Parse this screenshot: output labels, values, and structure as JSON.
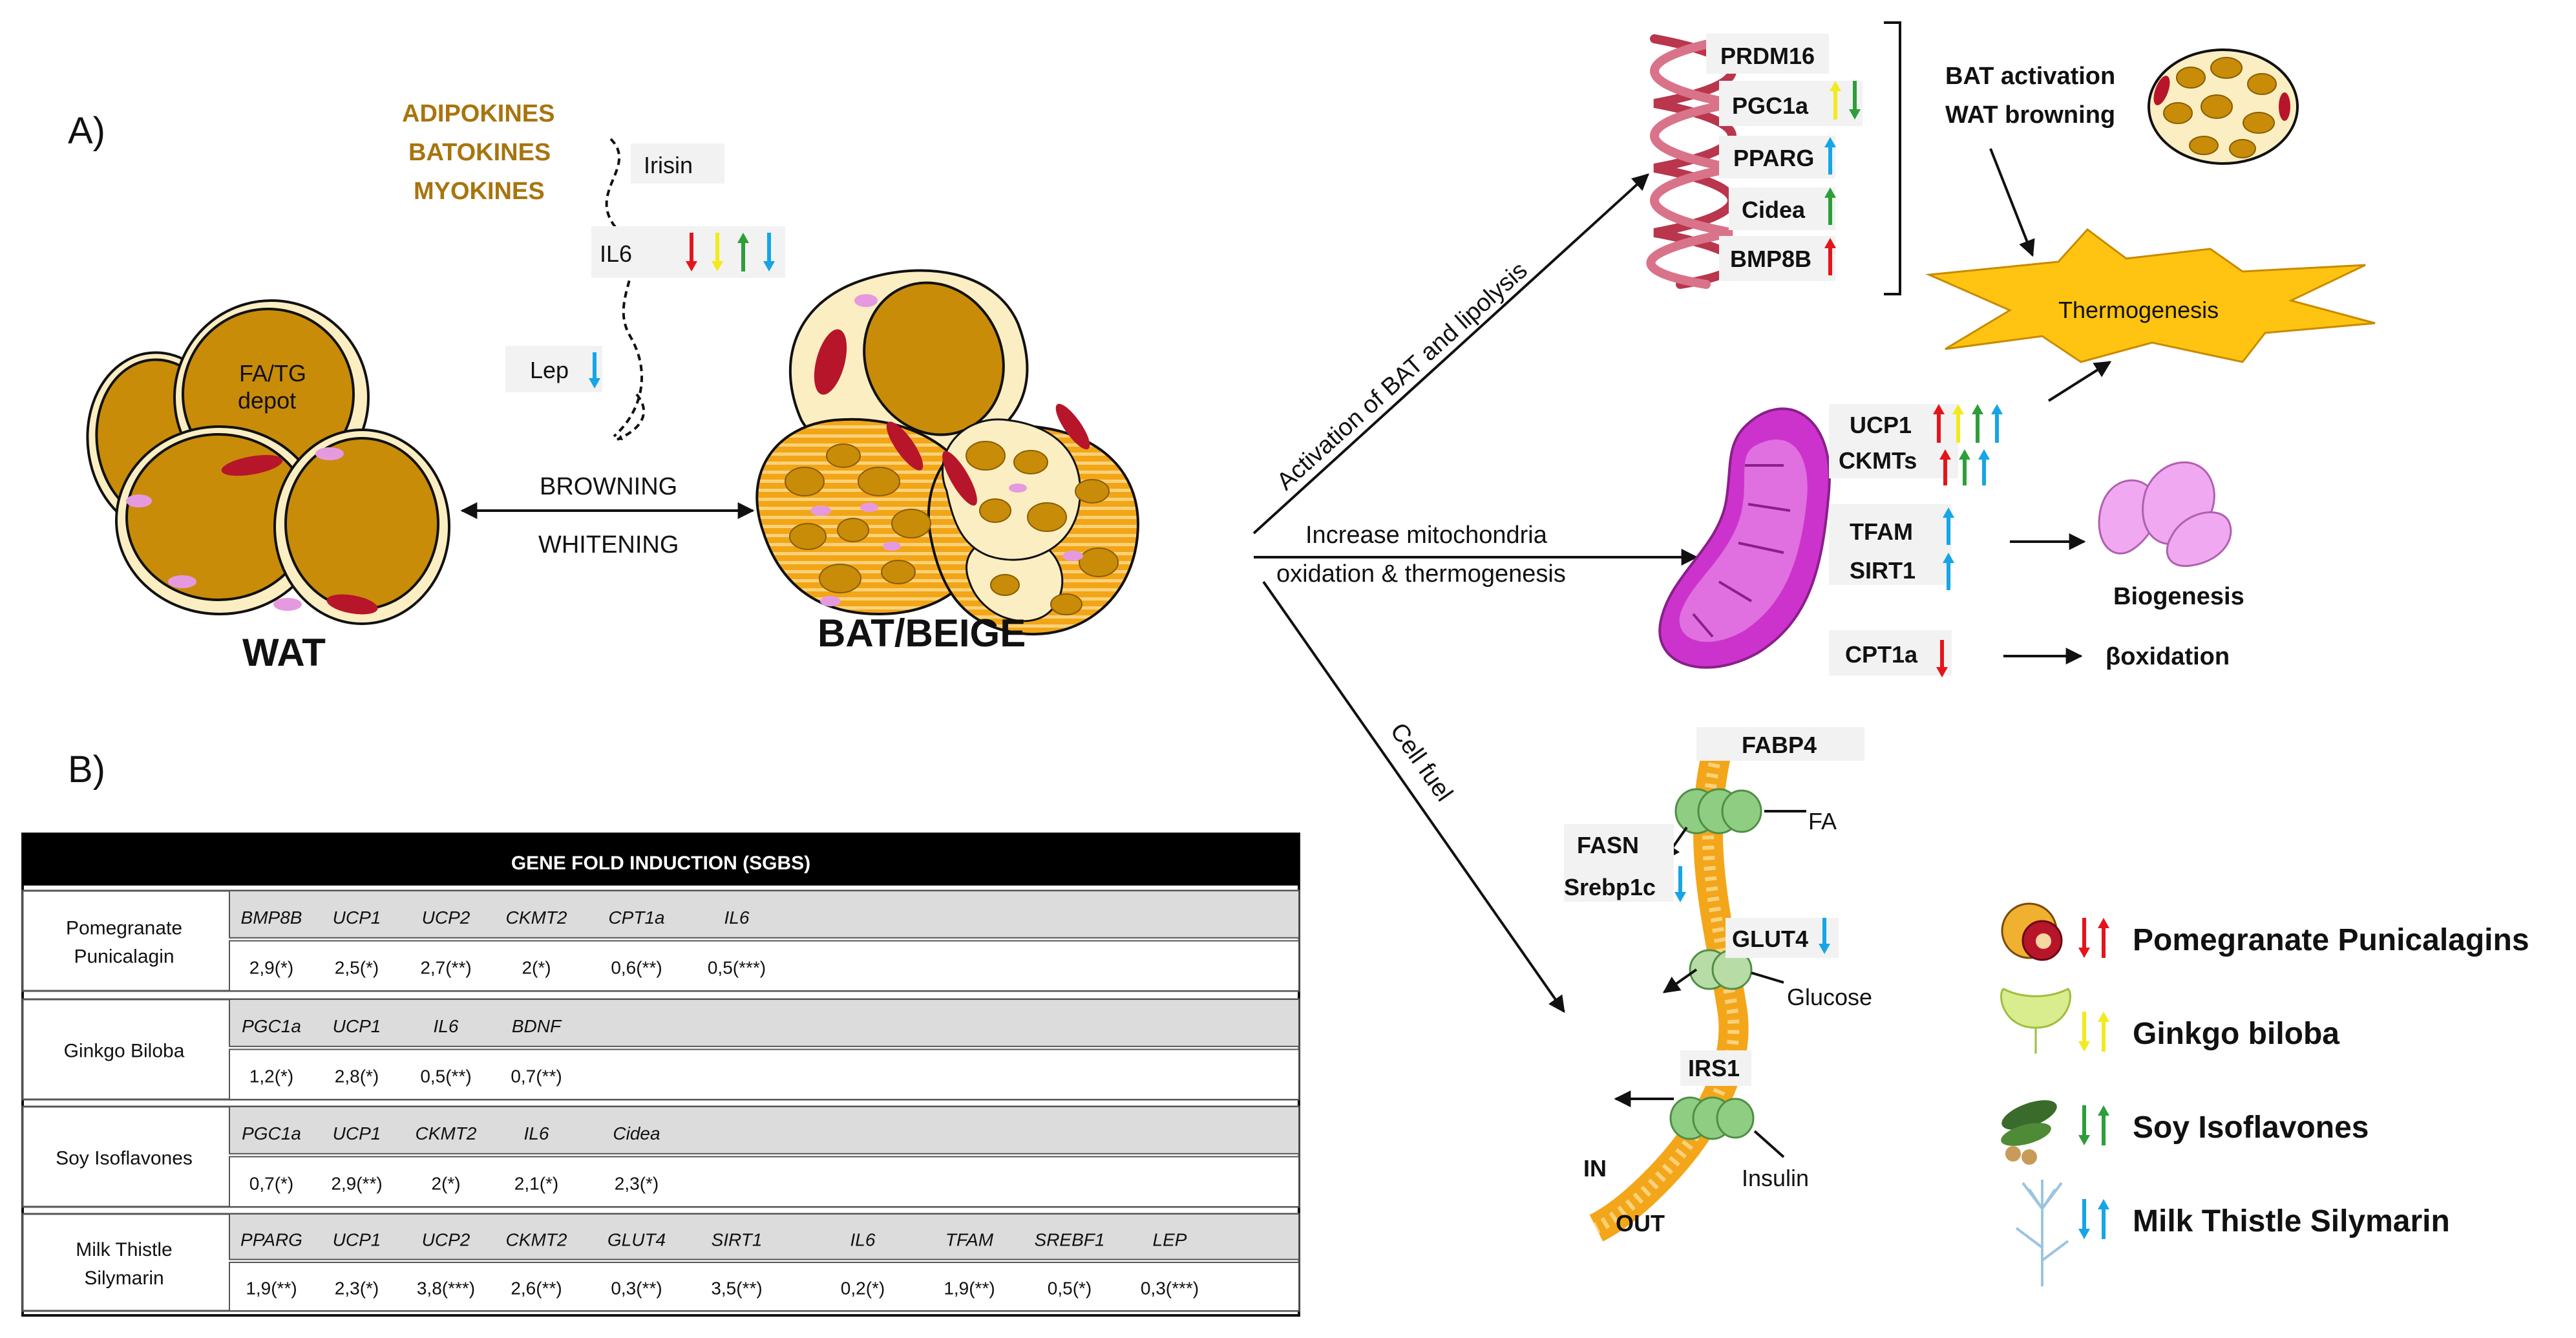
{
  "panel_a": {
    "label": "A)",
    "kines": [
      "ADIPOKINES",
      "BATOKINES",
      "MYOKINES"
    ],
    "signals": {
      "irisin": "Irisin",
      "il6": "IL6",
      "lep": "Lep"
    },
    "wat_depot": [
      "FA/TG",
      "depot"
    ],
    "browning": "BROWNING",
    "whitening": "WHITENING",
    "wat": "WAT",
    "bat": "BAT/BEIGE"
  },
  "pathways": {
    "activation": "Activation of BAT and lipolysis",
    "mito_line1": "Increase mitochondria",
    "mito_line2": "oxidation & thermogenesis",
    "cell_fuel": "Cell fuel"
  },
  "genes": {
    "prdm16": "PRDM16",
    "pgc1a": "PGC1a",
    "pparg": "PPARG",
    "cidea": "Cidea",
    "bmp8b": "BMP8B",
    "ucp1": "UCP1",
    "ckmts": "CKMTs",
    "tfam": "TFAM",
    "sirt1": "SIRT1",
    "cpt1a": "CPT1a",
    "fabp4": "FABP4",
    "fasn": "FASN",
    "srebp1c": "Srebp1c",
    "glut4": "GLUT4",
    "irs1": "IRS1"
  },
  "outcomes": {
    "bat_activation": "BAT activation",
    "wat_browning": "WAT browning",
    "thermogenesis": "Thermogenesis",
    "biogenesis": "Biogenesis",
    "boxidation": "βoxidation"
  },
  "membrane": {
    "fa": "FA",
    "glucose": "Glucose",
    "insulin": "Insulin",
    "in": "IN",
    "out": "OUT"
  },
  "legend": [
    {
      "name": "Pomegranate Punicalagins",
      "color": "#e3151b"
    },
    {
      "name": "Ginkgo biloba",
      "color": "#f2ea1e"
    },
    {
      "name": "Soy Isoflavones",
      "color": "#2e9e3a"
    },
    {
      "name": "Milk Thistle Silymarin",
      "color": "#16a5e6"
    }
  ],
  "colors": {
    "red": "#e3151b",
    "yellow": "#f2ea1e",
    "green": "#2e9e3a",
    "blue": "#16a5e6",
    "kines": "#a8740e",
    "fat": "#c88c09",
    "cell": "#fbeec2",
    "mito": "#cc33cc",
    "thermo": "#ffc412",
    "dna": "#b9364c"
  },
  "panel_b": {
    "label": "B)",
    "header": "GENE FOLD INDUCTION (SGBS)",
    "rows": [
      {
        "name": [
          "Pomegranate",
          "Punicalagin"
        ],
        "genes": [
          "BMP8B",
          "UCP1",
          "UCP2",
          "CKMT2",
          "CPT1a",
          "IL6"
        ],
        "values": [
          "2,9(*)",
          "2,5(*)",
          "2,7(**)",
          "2(*)",
          "0,6(**)",
          "0,5(***)"
        ]
      },
      {
        "name": [
          "Ginkgo Biloba"
        ],
        "genes": [
          "PGC1a",
          "UCP1",
          "IL6",
          "BDNF"
        ],
        "values": [
          "1,2(*)",
          "2,8(*)",
          "0,5(**)",
          "0,7(**)"
        ]
      },
      {
        "name": [
          "Soy Isoflavones"
        ],
        "genes": [
          "PGC1a",
          "UCP1",
          "CKMT2",
          "IL6",
          "Cidea"
        ],
        "values": [
          "0,7(*)",
          "2,9(**)",
          "2(*)",
          "2,1(*)",
          "2,3(*)"
        ]
      },
      {
        "name": [
          "Milk Thistle",
          "Silymarin"
        ],
        "genes": [
          "PPARG",
          "UCP1",
          "UCP2",
          "CKMT2",
          "GLUT4",
          "SIRT1",
          "IL6",
          "TFAM",
          "SREBF1",
          "LEP"
        ],
        "values": [
          "1,9(**)",
          "2,3(*)",
          "3,8(***)",
          "2,6(**)",
          "0,3(**)",
          "3,5(**)",
          "0,2(*)",
          "1,9(**)",
          "0,5(*)",
          "0,3(***)"
        ]
      }
    ]
  }
}
